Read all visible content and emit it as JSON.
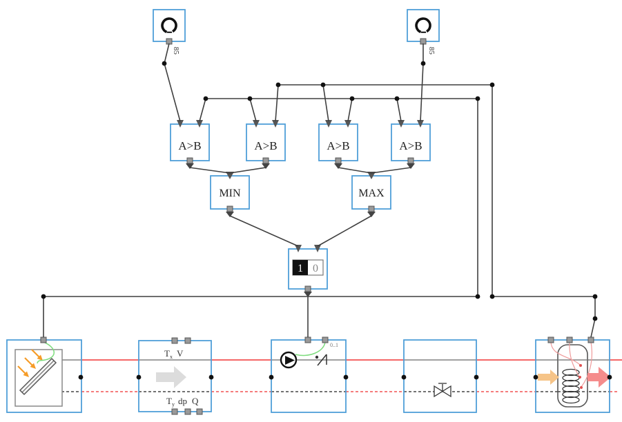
{
  "diagram_type": "solar-thermal-system-control-schematic",
  "blocks": {
    "constant_left": {
      "value": "85"
    },
    "constant_right": {
      "value": "85"
    },
    "comparators": [
      "A>B",
      "A>B",
      "A>B",
      "A>B"
    ],
    "min_label": "MIN",
    "max_label": "MAX",
    "switch": {
      "on_label": "1",
      "off_label": "0"
    },
    "pump": {
      "control_range": "0..1"
    },
    "flow_sensor": {
      "t_top": "T",
      "t_top_sub": "x",
      "flow": "V",
      "t_bottom": "T",
      "t_bottom_sub": "y",
      "dp": "dp",
      "q": "Q"
    }
  },
  "colors": {
    "block_border": "#4f9fd8",
    "control_wire": "#3f3f3f",
    "flow_supply_red": "#f25050",
    "flow_return_dark": "#444444",
    "control_green": "#7ddc7d",
    "sensor_pink": "#ef9a9a",
    "sun_orange": "#f59c28",
    "tank_inlet_arrow": "#f6c488",
    "tank_outlet_arrow": "#f58c8c",
    "junction_dot": "#111111",
    "port_gray": "#999999"
  }
}
